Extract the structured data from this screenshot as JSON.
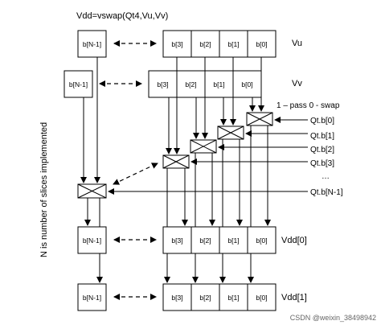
{
  "title": "Vdd=vswap(Qt4,Vu,Vv)",
  "side_note": "N is number of slices implemented",
  "swap_legend": "1 – pass 0 - swap",
  "ellipsis": "…",
  "rows": {
    "vu": {
      "name": "Vu",
      "cells": [
        "b[3]",
        "b[2]",
        "b[1]",
        "b[0]"
      ],
      "left_cell": "b[N-1]"
    },
    "vv": {
      "name": "Vv",
      "cells": [
        "b[3]",
        "b[2]",
        "b[1]",
        "b[0]"
      ],
      "left_cell": "b[N-1]"
    },
    "vdd0": {
      "name": "Vdd[0]",
      "cells": [
        "b[3]",
        "b[2]",
        "b[1]",
        "b[0]"
      ],
      "left_cell": "b[N-1]"
    },
    "vdd1": {
      "name": "Vdd[1]",
      "cells": [
        "b[3]",
        "b[2]",
        "b[1]",
        "b[0]"
      ],
      "left_cell": "b[N-1]"
    }
  },
  "qt_labels": [
    "Qt.b[0]",
    "Qt.b[1]",
    "Qt.b[2]",
    "Qt.b[3]",
    "Qt.b[N-1]"
  ],
  "watermark": "CSDN @weixin_38498942"
}
